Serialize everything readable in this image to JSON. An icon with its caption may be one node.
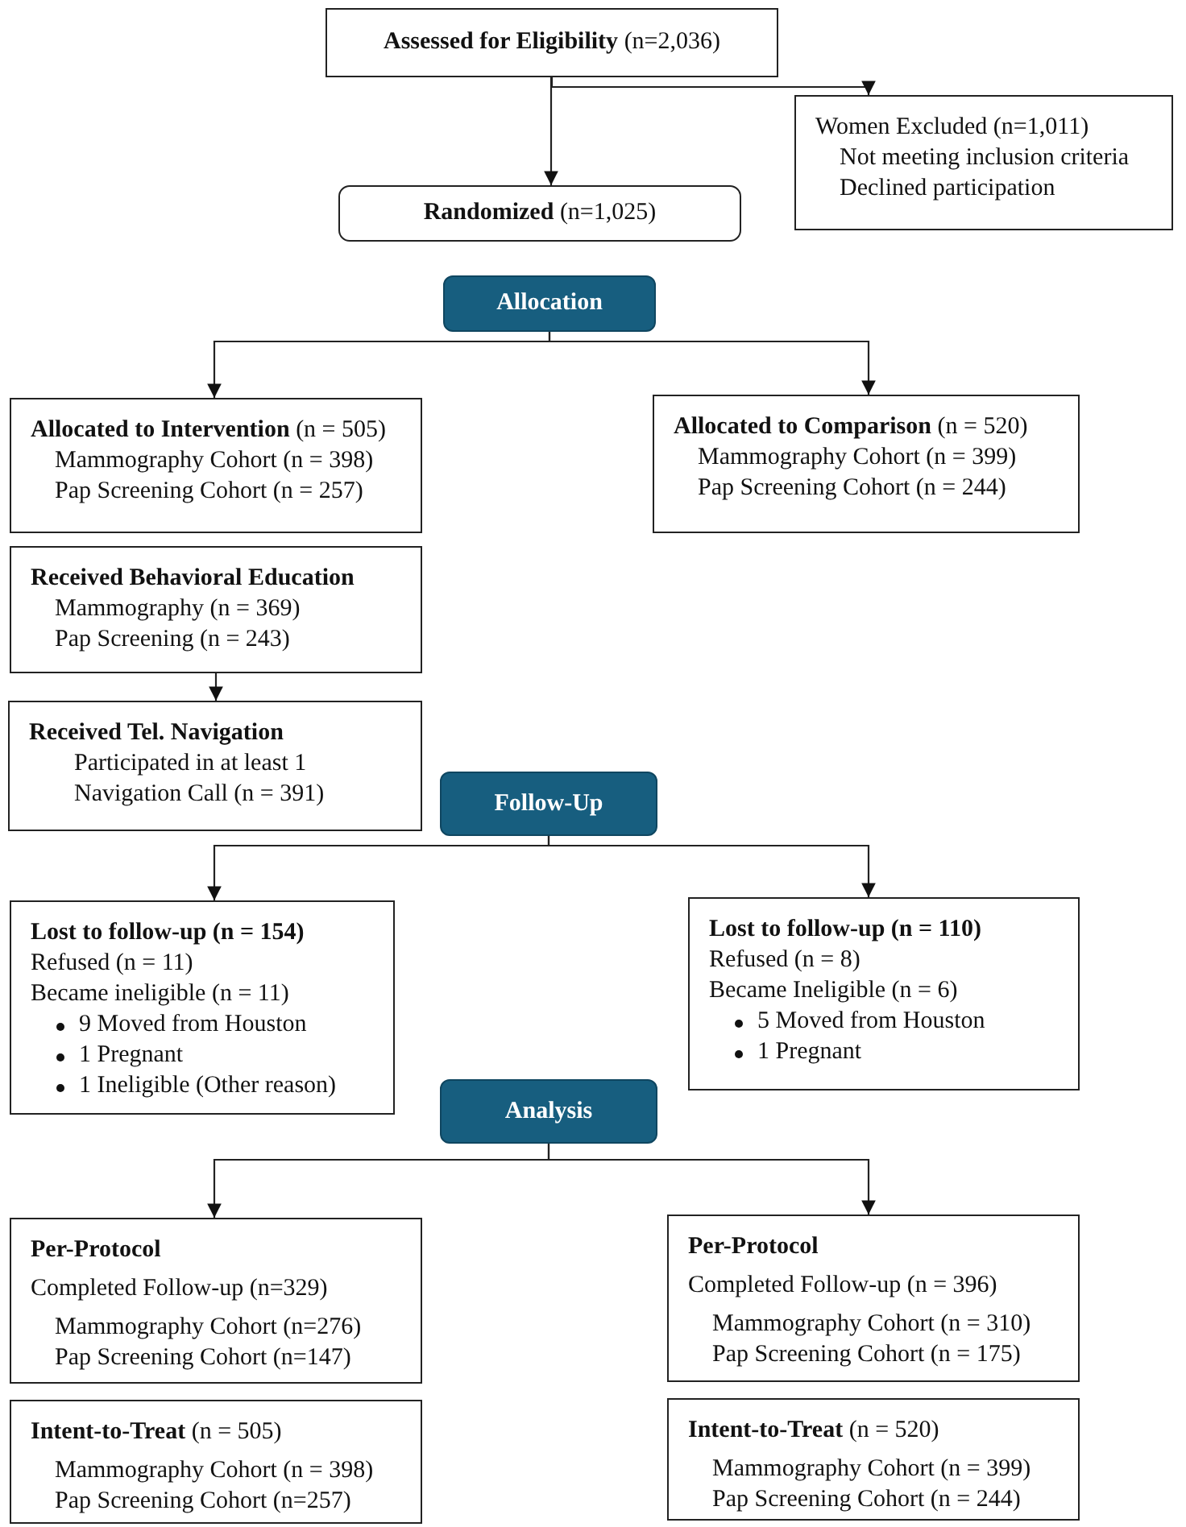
{
  "diagram": {
    "nodes": [
      {
        "text": [
          "**Assessed for Eligibility** (n=2,036)"
        ]
      },
      {
        "text": [
          "Women Excluded (n=1,011)",
          "Not meeting inclusion criteria",
          "Declined participation"
        ]
      },
      {
        "text": [
          "**Randomized** (n=1,025)"
        ]
      },
      {
        "text": [
          "Allocation"
        ]
      },
      {
        "text": [
          "**Allocated to Intervention** (n = 505)",
          "Mammography Cohort (n = 398)",
          "Pap Screening Cohort (n = 257)"
        ]
      },
      {
        "text": [
          "**Allocated to Comparison** (n = 520)",
          "Mammography Cohort (n = 399)",
          "Pap Screening Cohort (n = 244)"
        ]
      },
      {
        "text": [
          "Received Behavioral Education",
          "Mammography (n = 369)",
          "Pap Screening (n = 243)"
        ]
      },
      {
        "text": [
          "Received Tel. Navigation",
          "Participated in at least 1 Navigation Call (n = 391)"
        ]
      },
      {
        "text": [
          "Follow-Up"
        ]
      },
      {
        "text": [
          "Lost to follow-up (n = 154)",
          "Refused (n = 11)",
          "Became ineligible (n = 11)",
          "9 Moved from Houston",
          "1 Pregnant",
          "1 Ineligible (Other reason)"
        ]
      },
      {
        "text": [
          "Lost to follow-up (n = 110)",
          "Refused (n = 8)",
          "Became Ineligible (n = 6)",
          "5 Moved from Houston",
          "1 Pregnant"
        ]
      },
      {
        "text": [
          "Analysis"
        ]
      },
      {
        "text": [
          "Per-Protocol",
          "Completed Follow-up (n=329)",
          "Mammography Cohort (n=276)",
          "Pap Screening Cohort (n=147)"
        ]
      },
      {
        "text": [
          "Per-Protocol",
          "Completed Follow-up (n = 396)",
          "Mammography Cohort (n = 310)",
          "Pap Screening Cohort (n = 175)"
        ]
      },
      {
        "text": [
          "**Intent-to-Treat** (n = 505)",
          "Mammography Cohort (n = 398)",
          "Pap Screening Cohort (n=257)"
        ]
      },
      {
        "text": [
          "**Intent-to-Treat** (n = 520)",
          "Mammography Cohort (n = 399)",
          "Pap Screening Cohort (n = 244)"
        ]
      }
    ],
    "edges": [
      {
        "from": 0,
        "to": 2,
        "arrow": "to"
      },
      {
        "from": 0,
        "to": 1,
        "arrow": "to"
      },
      {
        "from": 3,
        "to": 4,
        "arrow": "to"
      },
      {
        "from": 3,
        "to": 5,
        "arrow": "to"
      },
      {
        "from": 6,
        "to": 7,
        "arrow": "to"
      },
      {
        "from": 8,
        "to": 9,
        "arrow": "to"
      },
      {
        "from": 8,
        "to": 10,
        "arrow": "to"
      },
      {
        "from": 11,
        "to": 12,
        "arrow": "to"
      },
      {
        "from": 11,
        "to": 13,
        "arrow": "to"
      }
    ]
  }
}
